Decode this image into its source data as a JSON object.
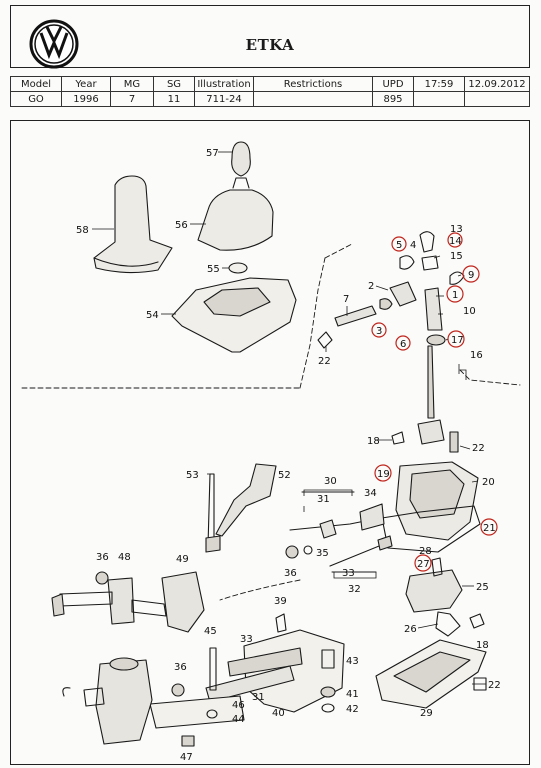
{
  "header": {
    "app_name": "ETKA",
    "logo_name": "Volkswagen logo"
  },
  "info_table": {
    "headers": [
      "Model",
      "Year",
      "MG",
      "SG",
      "Illustration",
      "Restrictions",
      "UPD",
      "17:59",
      "12.09.2012"
    ],
    "values": [
      "GO",
      "1996",
      "7",
      "11",
      "711-24",
      "",
      "895",
      "",
      ""
    ]
  },
  "callouts": {
    "p1": "1",
    "p2": "2",
    "p3": "3",
    "p4": "4",
    "p5": "5",
    "p6": "6",
    "p7": "7",
    "p9": "9",
    "p10": "10",
    "p13": "13",
    "p14": "14",
    "p15": "15",
    "p16": "16",
    "p17": "17",
    "p18a": "18",
    "p18b": "18",
    "p19": "19",
    "p20": "20",
    "p21": "21",
    "p22a": "22",
    "p22b": "22",
    "p22c": "22",
    "p25": "25",
    "p26": "26",
    "p27": "27",
    "p28": "28",
    "p29": "29",
    "p30": "30",
    "p31a": "31",
    "p31b": "31",
    "p32": "32",
    "p33a": "33",
    "p33b": "33",
    "p34": "34",
    "p35": "35",
    "p36a": "36",
    "p36b": "36",
    "p36c": "36",
    "p39": "39",
    "p40": "40",
    "p41": "41",
    "p42": "42",
    "p43": "43",
    "p45": "45",
    "p46": "46",
    "p47": "47",
    "p48": "48",
    "p49": "49",
    "p52": "52",
    "p53": "53",
    "p54": "54",
    "p55": "55",
    "p56": "56",
    "p57": "57",
    "p58": "58"
  },
  "circled": [
    "1",
    "3",
    "5",
    "6",
    "9",
    "14",
    "17",
    "19",
    "21",
    "27"
  ],
  "colors": {
    "circle_mark": "#c0241c",
    "ink": "#1a1a1a"
  }
}
